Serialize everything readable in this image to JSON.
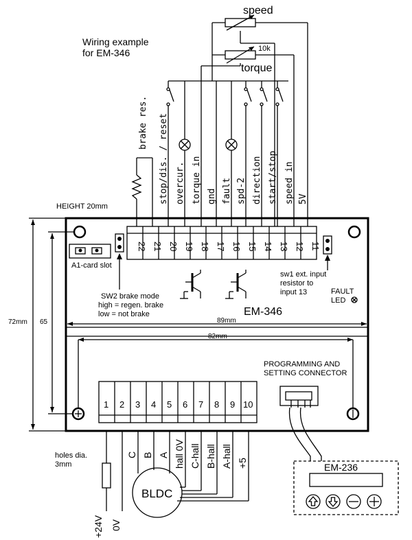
{
  "title_line1": "Wiring example",
  "title_line2": "for EM-346",
  "pot_speed": "speed",
  "pot_value": "10k",
  "pot_torque": "torque",
  "height_note": "HEIGHT 20mm",
  "upper_terminals": [
    {
      "num": "22",
      "label": "brake res."
    },
    {
      "num": "21",
      "label": ""
    },
    {
      "num": "20",
      "label": "stop/dis. / reset"
    },
    {
      "num": "19",
      "label": "overcur."
    },
    {
      "num": "18",
      "label": "torque in"
    },
    {
      "num": "17",
      "label": "gnd"
    },
    {
      "num": "16",
      "label": "fault"
    },
    {
      "num": "15",
      "label": "spd-2"
    },
    {
      "num": "14",
      "label": "direction"
    },
    {
      "num": "13",
      "label": "start/stop"
    },
    {
      "num": "12",
      "label": "speed in"
    },
    {
      "num": "11",
      "label": "5V"
    }
  ],
  "a1_slot": "A1-card slot",
  "sw2_line1": "SW2  brake mode",
  "sw2_line2": "high = regen. brake",
  "sw2_line3": "low = not brake",
  "sw1_line1": "sw1 ext. input",
  "sw1_line2": "resistor to",
  "sw1_line3": "input 13",
  "fault_led_line1": "FAULT",
  "fault_led_line2": "LED",
  "board_name": "EM-346",
  "dim_72": "72mm",
  "dim_65": "65",
  "dim_89": "89mm",
  "dim_82": "82mm",
  "prog_line1": "PROGRAMMING AND",
  "prog_line2": "SETTING CONNECTOR",
  "lower_terminals": [
    {
      "num": "1",
      "label": ""
    },
    {
      "num": "2",
      "label": ""
    },
    {
      "num": "3",
      "label": "C"
    },
    {
      "num": "4",
      "label": "B"
    },
    {
      "num": "5",
      "label": "A"
    },
    {
      "num": "6",
      "label": "hall 0V"
    },
    {
      "num": "7",
      "label": "C-hall"
    },
    {
      "num": "8",
      "label": "B-hall"
    },
    {
      "num": "9",
      "label": "A-hall"
    },
    {
      "num": "10",
      "label": "+5"
    }
  ],
  "holes_line1": "holes dia.",
  "holes_line2": "3mm",
  "supply_pos": "+24V",
  "supply_neg": "0V",
  "motor": "BLDC",
  "em236": "EM-236",
  "em236_buttons": [
    "up-arrow-icon",
    "down-arrow-icon",
    "minus-icon",
    "plus-icon"
  ]
}
